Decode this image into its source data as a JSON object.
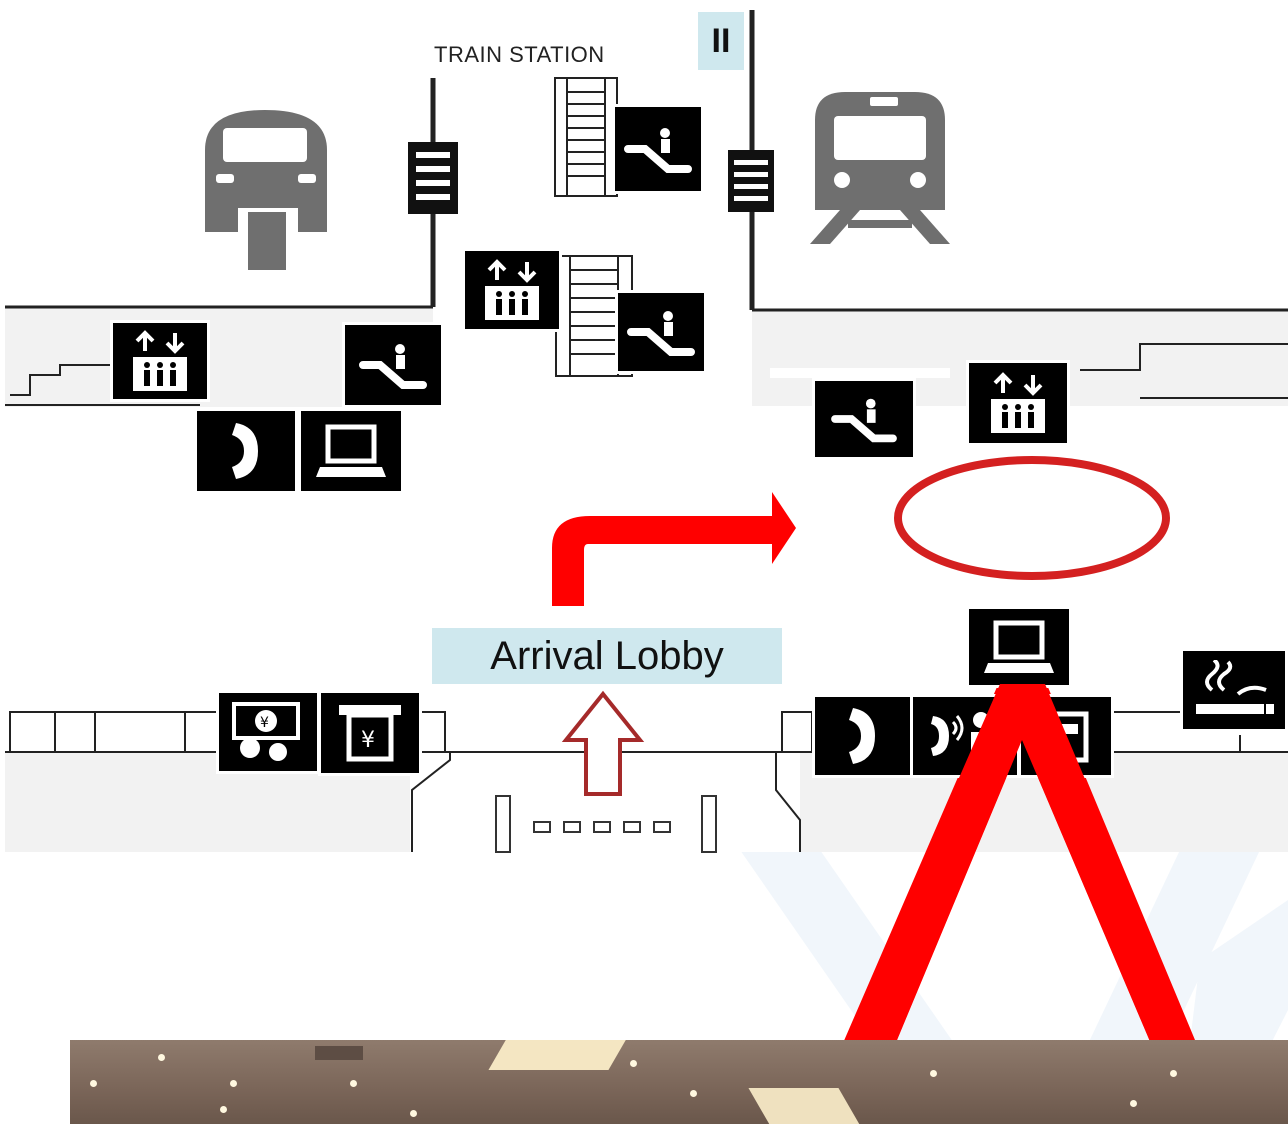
{
  "map": {
    "station_label": "TRAIN STATION",
    "lobby_label": "Arrival Lobby",
    "track_marker": "II"
  },
  "icons": {
    "monorail": "monorail-icon",
    "train": "train-icon",
    "escalator": "escalator-icon",
    "elevator": "elevator-icon",
    "telephone": "telephone-icon",
    "computer": "computer-icon",
    "currency_exchange": "currency-exchange-icon",
    "atm": "atm-icon",
    "call_assistance": "call-assistance-icon",
    "smoking_area": "smoking-area-icon",
    "stairs": "stairs-icon"
  },
  "colors": {
    "route_arrow": "#ff0000",
    "lobby_highlight": "#cfe8ee",
    "entry_arrow": "#a52a2a",
    "target_circle": "#d42020",
    "pictogram_gray": "#6f6f6f"
  }
}
